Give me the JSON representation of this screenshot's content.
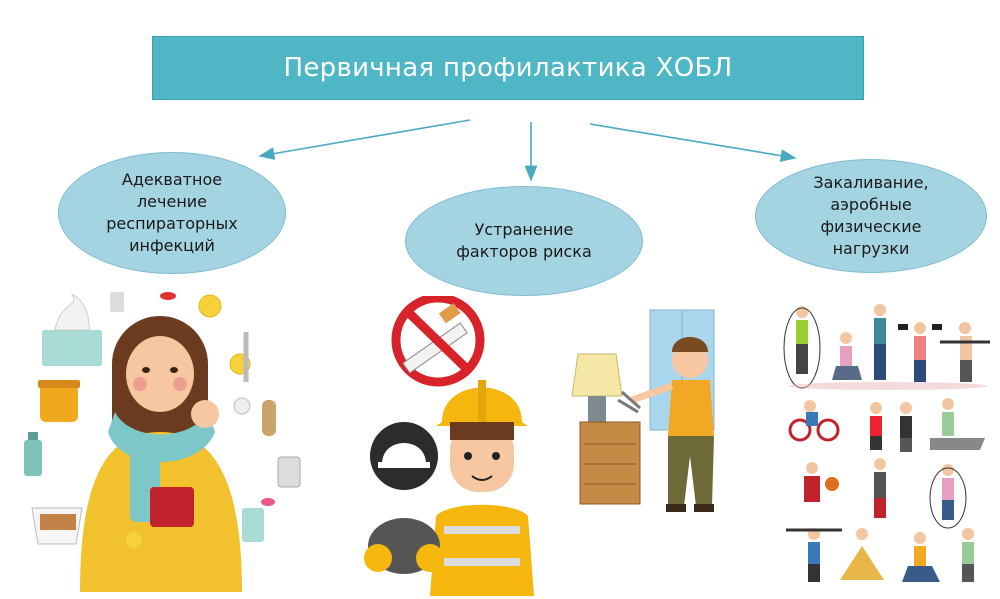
{
  "title": "Первичная профилактика ХОБЛ",
  "branches": [
    {
      "text": "Адекватное\nлечение\nреспираторных\nинфекций",
      "illustration": "sick-woman-illustration"
    },
    {
      "text": "Устранение\nфакторов риска",
      "illustration": "risk-factors-illustration"
    },
    {
      "text": "Закаливание,\nаэробные\nфизические\nнагрузки",
      "illustration": "sport-activities-illustration"
    }
  ],
  "colors": {
    "title_box": "#4fb6c6",
    "oval": "#a4d4e2",
    "arrow": "#4aa8c0",
    "title_text": "#ffffff"
  }
}
